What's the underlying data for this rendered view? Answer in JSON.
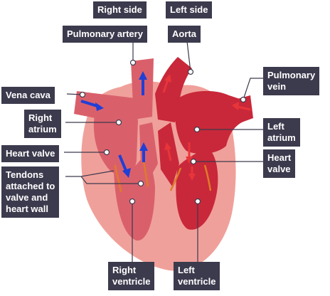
{
  "diagram": {
    "labels": {
      "right_side": "Right side",
      "left_side": "Left side",
      "pulmonary_artery": "Pulmonary artery",
      "aorta": "Aorta",
      "vena_cava": "Vena cava",
      "pulmonary_vein_line1": "Pulmonary",
      "pulmonary_vein_line2": "vein",
      "right_atrium_line1": "Right",
      "right_atrium_line2": "atrium",
      "left_atrium_line1": "Left",
      "left_atrium_line2": "atrium",
      "heart_valve_left": "Heart valve",
      "heart_valve_right_line1": "Heart",
      "heart_valve_right_line2": "valve",
      "tendons_line1": "Tendons",
      "tendons_line2": "attached to",
      "tendons_line3": "valve and",
      "tendons_line4": "heart wall",
      "right_ventricle_line1": "Right",
      "right_ventricle_line2": "ventricle",
      "left_ventricle_line1": "Left",
      "left_ventricle_line2": "ventricle"
    },
    "colors": {
      "label_bg": "#3c3a4d",
      "outer_wall": "#f0a09a",
      "right_chambers": "#d9606b",
      "left_chambers": "#c8283a",
      "deoxygenated_arrow": "#1f3fd6",
      "oxygenated_arrow": "#e8353a",
      "tendon": "#e07a2a",
      "leader_line": "#3c3a4d"
    }
  }
}
